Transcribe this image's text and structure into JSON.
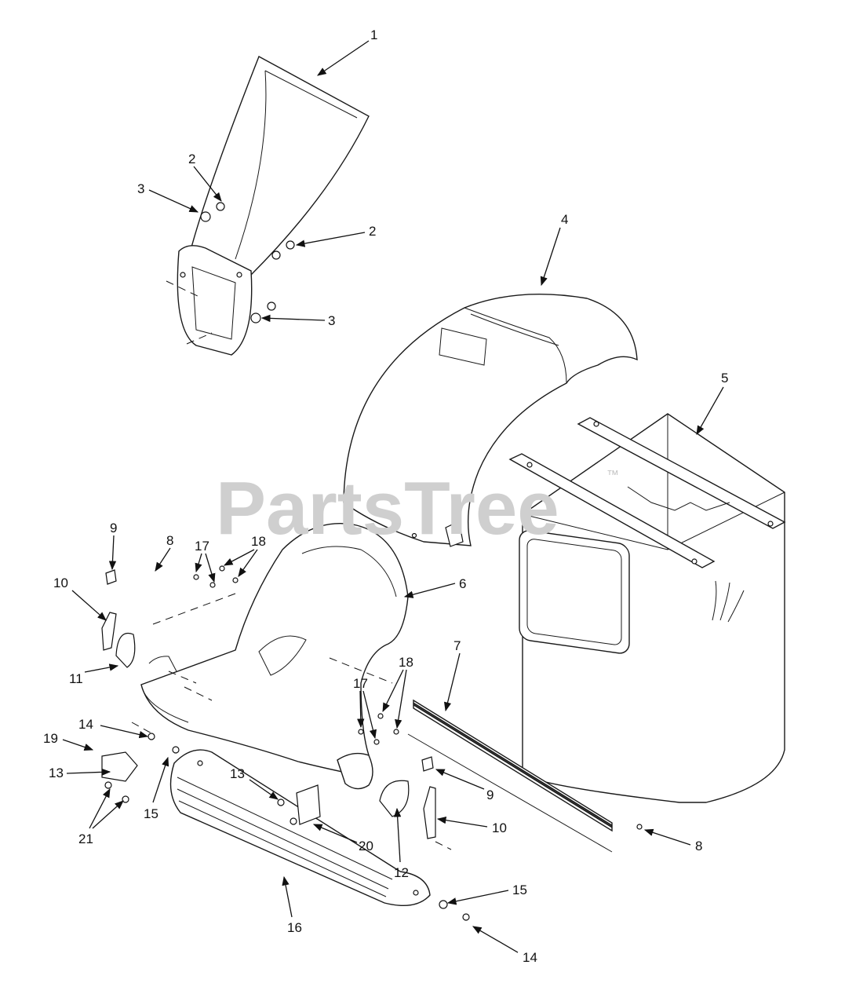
{
  "watermark": {
    "text": "PartsTree",
    "trademark": "™"
  },
  "callouts": [
    {
      "label": "1"
    },
    {
      "label": "2"
    },
    {
      "label": "3"
    },
    {
      "label": "2"
    },
    {
      "label": "3"
    },
    {
      "label": "4"
    },
    {
      "label": "5"
    },
    {
      "label": "6"
    },
    {
      "label": "7"
    },
    {
      "label": "8"
    },
    {
      "label": "9"
    },
    {
      "label": "10"
    },
    {
      "label": "11"
    },
    {
      "label": "17"
    },
    {
      "label": "18"
    },
    {
      "label": "17"
    },
    {
      "label": "18"
    },
    {
      "label": "14"
    },
    {
      "label": "19"
    },
    {
      "label": "13"
    },
    {
      "label": "15"
    },
    {
      "label": "21"
    },
    {
      "label": "13"
    },
    {
      "label": "20"
    },
    {
      "label": "12"
    },
    {
      "label": "9"
    },
    {
      "label": "10"
    },
    {
      "label": "8"
    },
    {
      "label": "16"
    },
    {
      "label": "15"
    },
    {
      "label": "14"
    }
  ]
}
